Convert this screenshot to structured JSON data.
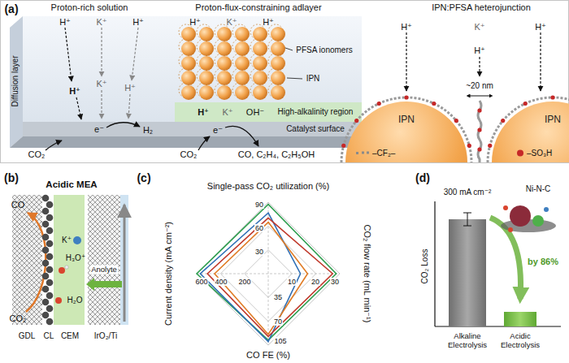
{
  "diagram": {
    "nodes": [
      {
        "text": [
          "IPN"
        ]
      },
      {
        "text": [
          "IPN"
        ]
      }
    ],
    "labels": [
      "(a)",
      "Proton-rich solution",
      "Proton-flux-constraining adlayer",
      "IPN:PFSA heterojunction",
      "H⁺",
      "K⁺",
      "H⁺",
      "Diffusion layer",
      "K⁺",
      "H⁺",
      "H⁺",
      "e⁻",
      "H₂",
      "CO₂",
      "H⁺",
      "K⁺",
      "H⁺",
      "PFSA ionomers",
      "IPN",
      "High-alkalinity region",
      "Catalyst surface",
      "H⁺",
      "K⁺",
      "OH⁻",
      "e⁻",
      "CO₂",
      "CO, C₂H₄, C₂H₅OH",
      "H⁺",
      "K⁺",
      "H⁺",
      "H⁺",
      "~20 nm",
      "(b)",
      "Acidic MEA",
      "CO",
      "CO₂",
      "K⁺",
      "H₃O⁺",
      "H₂O",
      "Anolyte",
      "GDL",
      "CL",
      "CEM",
      "IrO₂/Ti",
      "(c)",
      "Single-pass CO₂ utilization (%)",
      "Current density (mA cm⁻²)",
      "CO₂ flow rate (mL min⁻¹)",
      "CO FE (%)",
      "90",
      "60",
      "30",
      "10",
      "20",
      "30",
      "35",
      "70",
      "105",
      "200",
      "400",
      "600",
      "(d)",
      "300 mA cm⁻²",
      "Ni-N-C",
      "CO₂ Loss",
      "by 86%",
      "Alkaline Electrolysis",
      "Acidic Electrolysis"
    ],
    "legend": [
      {
        "text": "–CF₂–"
      },
      {
        "text": "–SO₃H",
        "color": "#c62828"
      }
    ]
  }
}
